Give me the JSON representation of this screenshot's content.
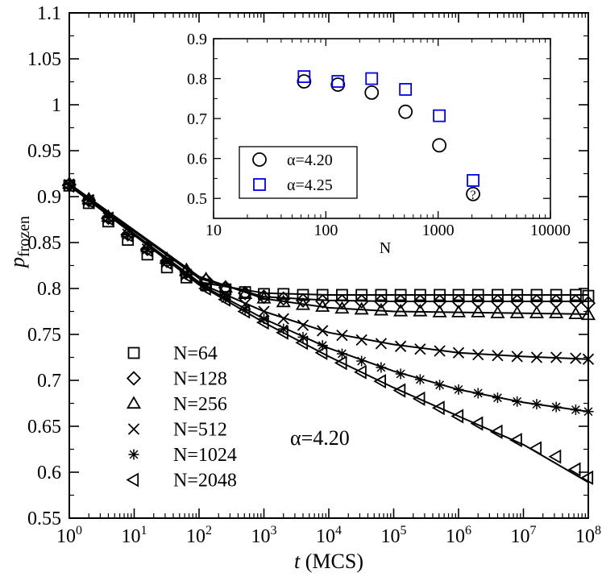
{
  "chart_data": {
    "type": "scatter",
    "main": {
      "xlabel_italic": "t",
      "xlabel_rest": " (MCS)",
      "ylabel_main": "p",
      "ylabel_sub": "frozen",
      "x_scale": "log",
      "xlim": [
        1,
        100000000
      ],
      "ylim": [
        0.55,
        1.1
      ],
      "x_tick_mantissa": "10",
      "x_tick_exponents": [
        "0",
        "1",
        "2",
        "3",
        "4",
        "5",
        "6",
        "7",
        "8"
      ],
      "y_ticks": [
        "0.55",
        "0.6",
        "0.65",
        "0.7",
        "0.75",
        "0.8",
        "0.85",
        "0.9",
        "0.95",
        "1",
        "1.05",
        "1.1"
      ],
      "annotation": "α=4.20",
      "legend_position": "bottom-left",
      "series": [
        {
          "name": "N=64",
          "marker": "square",
          "points": [
            [
              1,
              0.912
            ],
            [
              2,
              0.893
            ],
            [
              4,
              0.873
            ],
            [
              8,
              0.853
            ],
            [
              16,
              0.837
            ],
            [
              32,
              0.823
            ],
            [
              64,
              0.812
            ],
            [
              128,
              0.804
            ],
            [
              256,
              0.799
            ],
            [
              512,
              0.796
            ],
            [
              1000,
              0.794
            ],
            [
              2000,
              0.794
            ],
            [
              4000,
              0.793
            ],
            [
              8000,
              0.793
            ],
            [
              16000,
              0.793
            ],
            [
              32000,
              0.793
            ],
            [
              64000,
              0.793
            ],
            [
              128000,
              0.793
            ],
            [
              256000,
              0.793
            ],
            [
              512000,
              0.793
            ],
            [
              1000000,
              0.793
            ],
            [
              2000000,
              0.793
            ],
            [
              4000000,
              0.793
            ],
            [
              8000000,
              0.793
            ],
            [
              16000000,
              0.793
            ],
            [
              32000000,
              0.793
            ],
            [
              64000000,
              0.793
            ],
            [
              100000000,
              0.792
            ]
          ]
        },
        {
          "name": "N=128",
          "marker": "diamond",
          "points": [
            [
              1,
              0.913
            ],
            [
              2,
              0.896
            ],
            [
              4,
              0.877
            ],
            [
              8,
              0.859
            ],
            [
              16,
              0.843
            ],
            [
              32,
              0.83
            ],
            [
              64,
              0.818
            ],
            [
              128,
              0.809
            ],
            [
              256,
              0.801
            ],
            [
              512,
              0.795
            ],
            [
              1000,
              0.791
            ],
            [
              2000,
              0.789
            ],
            [
              4000,
              0.787
            ],
            [
              8000,
              0.786
            ],
            [
              16000,
              0.786
            ],
            [
              32000,
              0.786
            ],
            [
              64000,
              0.786
            ],
            [
              128000,
              0.786
            ],
            [
              256000,
              0.786
            ],
            [
              512000,
              0.786
            ],
            [
              1000000,
              0.786
            ],
            [
              2000000,
              0.786
            ],
            [
              4000000,
              0.786
            ],
            [
              8000000,
              0.786
            ],
            [
              16000000,
              0.786
            ],
            [
              32000000,
              0.786
            ],
            [
              64000000,
              0.786
            ],
            [
              100000000,
              0.784
            ]
          ]
        },
        {
          "name": "N=256",
          "marker": "triangle-up",
          "points": [
            [
              1,
              0.914
            ],
            [
              2,
              0.897
            ],
            [
              4,
              0.878
            ],
            [
              8,
              0.861
            ],
            [
              16,
              0.845
            ],
            [
              32,
              0.832
            ],
            [
              64,
              0.82
            ],
            [
              128,
              0.81
            ],
            [
              256,
              0.801
            ],
            [
              512,
              0.794
            ],
            [
              1000,
              0.789
            ],
            [
              2000,
              0.785
            ],
            [
              4000,
              0.782
            ],
            [
              8000,
              0.78
            ],
            [
              16000,
              0.778
            ],
            [
              32000,
              0.777
            ],
            [
              64000,
              0.776
            ],
            [
              128000,
              0.775
            ],
            [
              256000,
              0.775
            ],
            [
              512000,
              0.774
            ],
            [
              1000000,
              0.774
            ],
            [
              2000000,
              0.774
            ],
            [
              4000000,
              0.773
            ],
            [
              8000000,
              0.773
            ],
            [
              16000000,
              0.773
            ],
            [
              32000000,
              0.773
            ],
            [
              64000000,
              0.772
            ],
            [
              100000000,
              0.771
            ]
          ]
        },
        {
          "name": "N=512",
          "marker": "x",
          "points": [
            [
              1,
              0.913
            ],
            [
              2,
              0.896
            ],
            [
              4,
              0.877
            ],
            [
              8,
              0.859
            ],
            [
              16,
              0.843
            ],
            [
              32,
              0.829
            ],
            [
              64,
              0.815
            ],
            [
              128,
              0.803
            ],
            [
              256,
              0.793
            ],
            [
              512,
              0.783
            ],
            [
              1000,
              0.775
            ],
            [
              2000,
              0.767
            ],
            [
              4000,
              0.76
            ],
            [
              8000,
              0.754
            ],
            [
              16000,
              0.749
            ],
            [
              32000,
              0.744
            ],
            [
              64000,
              0.74
            ],
            [
              128000,
              0.737
            ],
            [
              256000,
              0.734
            ],
            [
              512000,
              0.732
            ],
            [
              1000000,
              0.73
            ],
            [
              2000000,
              0.728
            ],
            [
              4000000,
              0.727
            ],
            [
              8000000,
              0.726
            ],
            [
              16000000,
              0.725
            ],
            [
              32000000,
              0.725
            ],
            [
              64000000,
              0.724
            ],
            [
              100000000,
              0.723
            ]
          ]
        },
        {
          "name": "N=1024",
          "marker": "asterisk",
          "points": [
            [
              1,
              0.913
            ],
            [
              2,
              0.896
            ],
            [
              4,
              0.877
            ],
            [
              8,
              0.859
            ],
            [
              16,
              0.843
            ],
            [
              32,
              0.829
            ],
            [
              64,
              0.815
            ],
            [
              128,
              0.801
            ],
            [
              256,
              0.789
            ],
            [
              512,
              0.777
            ],
            [
              1000,
              0.767
            ],
            [
              2000,
              0.756
            ],
            [
              4000,
              0.747
            ],
            [
              8000,
              0.738
            ],
            [
              16000,
              0.729
            ],
            [
              32000,
              0.721
            ],
            [
              64000,
              0.714
            ],
            [
              128000,
              0.707
            ],
            [
              256000,
              0.701
            ],
            [
              512000,
              0.695
            ],
            [
              1000000,
              0.69
            ],
            [
              2000000,
              0.686
            ],
            [
              4000000,
              0.681
            ],
            [
              8000000,
              0.677
            ],
            [
              16000000,
              0.674
            ],
            [
              32000000,
              0.671
            ],
            [
              64000000,
              0.668
            ],
            [
              100000000,
              0.666
            ]
          ]
        },
        {
          "name": "N=2048",
          "marker": "triangle-left",
          "points": [
            [
              1,
              0.912
            ],
            [
              2,
              0.895
            ],
            [
              4,
              0.876
            ],
            [
              8,
              0.858
            ],
            [
              16,
              0.842
            ],
            [
              32,
              0.828
            ],
            [
              64,
              0.814
            ],
            [
              128,
              0.8
            ],
            [
              256,
              0.788
            ],
            [
              512,
              0.775
            ],
            [
              1000,
              0.763
            ],
            [
              2000,
              0.752
            ],
            [
              4000,
              0.741
            ],
            [
              8000,
              0.73
            ],
            [
              16000,
              0.719
            ],
            [
              32000,
              0.709
            ],
            [
              64000,
              0.699
            ],
            [
              128000,
              0.689
            ],
            [
              256000,
              0.68
            ],
            [
              512000,
              0.67
            ],
            [
              1000000,
              0.661
            ],
            [
              2000000,
              0.653
            ],
            [
              4000000,
              0.644
            ],
            [
              8000000,
              0.635
            ],
            [
              16000000,
              0.626
            ],
            [
              32000000,
              0.617
            ],
            [
              64000000,
              0.603
            ],
            [
              100000000,
              0.594
            ]
          ]
        }
      ],
      "fit_curves": [
        {
          "points": [
            [
              1,
              0.912
            ],
            [
              100,
              0.807
            ],
            [
              1000,
              0.795
            ],
            [
              10000,
              0.793
            ],
            [
              100000,
              0.793
            ],
            [
              1000000,
              0.793
            ],
            [
              100000000,
              0.793
            ]
          ]
        },
        {
          "points": [
            [
              1,
              0.913
            ],
            [
              100,
              0.811
            ],
            [
              1000,
              0.791
            ],
            [
              10000,
              0.787
            ],
            [
              100000,
              0.786
            ],
            [
              1000000,
              0.786
            ],
            [
              100000000,
              0.786
            ]
          ]
        },
        {
          "points": [
            [
              1,
              0.914
            ],
            [
              100,
              0.813
            ],
            [
              1000,
              0.789
            ],
            [
              10000,
              0.779
            ],
            [
              100000,
              0.775
            ],
            [
              1000000,
              0.774
            ],
            [
              100000000,
              0.772
            ]
          ]
        },
        {
          "points": [
            [
              1,
              0.913
            ],
            [
              100,
              0.806
            ],
            [
              1000,
              0.775
            ],
            [
              10000,
              0.752
            ],
            [
              100000,
              0.739
            ],
            [
              1000000,
              0.73
            ],
            [
              10000000,
              0.726
            ],
            [
              100000000,
              0.723
            ]
          ]
        },
        {
          "points": [
            [
              1,
              0.913
            ],
            [
              100,
              0.805
            ],
            [
              1000,
              0.767
            ],
            [
              10000,
              0.735
            ],
            [
              100000,
              0.71
            ],
            [
              1000000,
              0.69
            ],
            [
              10000000,
              0.676
            ],
            [
              100000000,
              0.666
            ]
          ]
        },
        {
          "points": [
            [
              1,
              0.912
            ],
            [
              100,
              0.804
            ],
            [
              1000,
              0.763
            ],
            [
              10000,
              0.726
            ],
            [
              100000,
              0.692
            ],
            [
              1000000,
              0.661
            ],
            [
              10000000,
              0.63
            ],
            [
              100000000,
              0.589
            ]
          ]
        }
      ]
    },
    "inset": {
      "xlabel": "N",
      "x_scale": "log",
      "xlim": [
        10,
        10000
      ],
      "ylim": [
        0.45,
        0.9
      ],
      "x_ticks": [
        "10",
        "100",
        "1000",
        "10000"
      ],
      "y_ticks": [
        "0.5",
        "0.6",
        "0.7",
        "0.8",
        "0.9"
      ],
      "legend_position": "bottom-left",
      "series": [
        {
          "name": "α=4.20",
          "marker": "circle",
          "color": "#000000",
          "points": [
            [
              64,
              0.793
            ],
            [
              128,
              0.785
            ],
            [
              256,
              0.765
            ],
            [
              512,
              0.717
            ],
            [
              1024,
              0.633
            ],
            [
              2048,
              0.511
            ]
          ]
        },
        {
          "name": "α=4.25",
          "marker": "square",
          "color": "#0000ee",
          "points": [
            [
              64,
              0.805
            ],
            [
              128,
              0.793
            ],
            [
              256,
              0.8
            ],
            [
              512,
              0.773
            ],
            [
              1024,
              0.707
            ],
            [
              2048,
              0.545
            ]
          ]
        }
      ],
      "question_mark": "?"
    }
  }
}
